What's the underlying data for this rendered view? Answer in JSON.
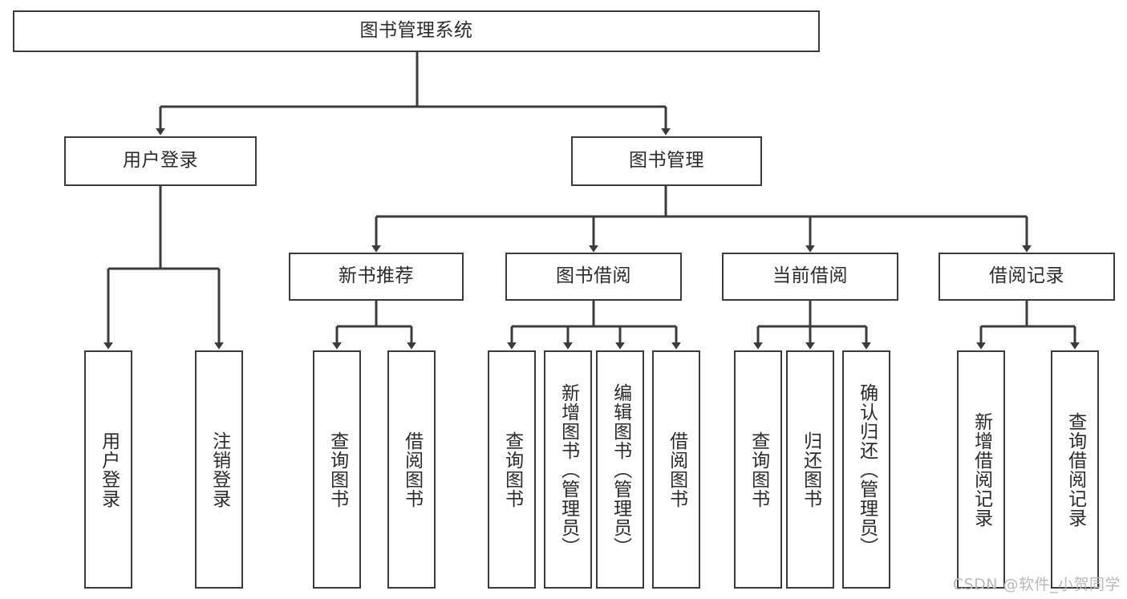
{
  "diagram": {
    "type": "tree",
    "title": "图书管理系统",
    "watermark": "CSDN @软件_小贺同学",
    "colors": {
      "box_border": "#3b3b3b",
      "box_fill": "#ffffff",
      "edge": "#3b3b3b",
      "text": "#2b2b2b",
      "watermark": "#b9b9b9",
      "background": "#ffffff"
    },
    "levels": {
      "root": {
        "label": "图书管理系统"
      },
      "level2": [
        {
          "label": "用户登录"
        },
        {
          "label": "图书管理"
        }
      ],
      "level3": [
        {
          "label": "新书推荐"
        },
        {
          "label": "图书借阅"
        },
        {
          "label": "当前借阅"
        },
        {
          "label": "借阅记录"
        }
      ],
      "leaves": {
        "user_login": [
          {
            "label": "用户登录"
          },
          {
            "label": "注销登录"
          }
        ],
        "new_book_recommend": [
          {
            "label": "查询图书"
          },
          {
            "label": "借阅图书"
          }
        ],
        "book_borrow": [
          {
            "label": "查询图书"
          },
          {
            "label": "新增图书（管理员）"
          },
          {
            "label": "编辑图书（管理员）"
          },
          {
            "label": "借阅图书"
          }
        ],
        "current_borrow": [
          {
            "label": "查询图书"
          },
          {
            "label": "归还图书"
          },
          {
            "label": "确认归还（管理员）"
          }
        ],
        "borrow_record": [
          {
            "label": "新增借阅记录"
          },
          {
            "label": "查询借阅记录"
          }
        ]
      }
    }
  }
}
